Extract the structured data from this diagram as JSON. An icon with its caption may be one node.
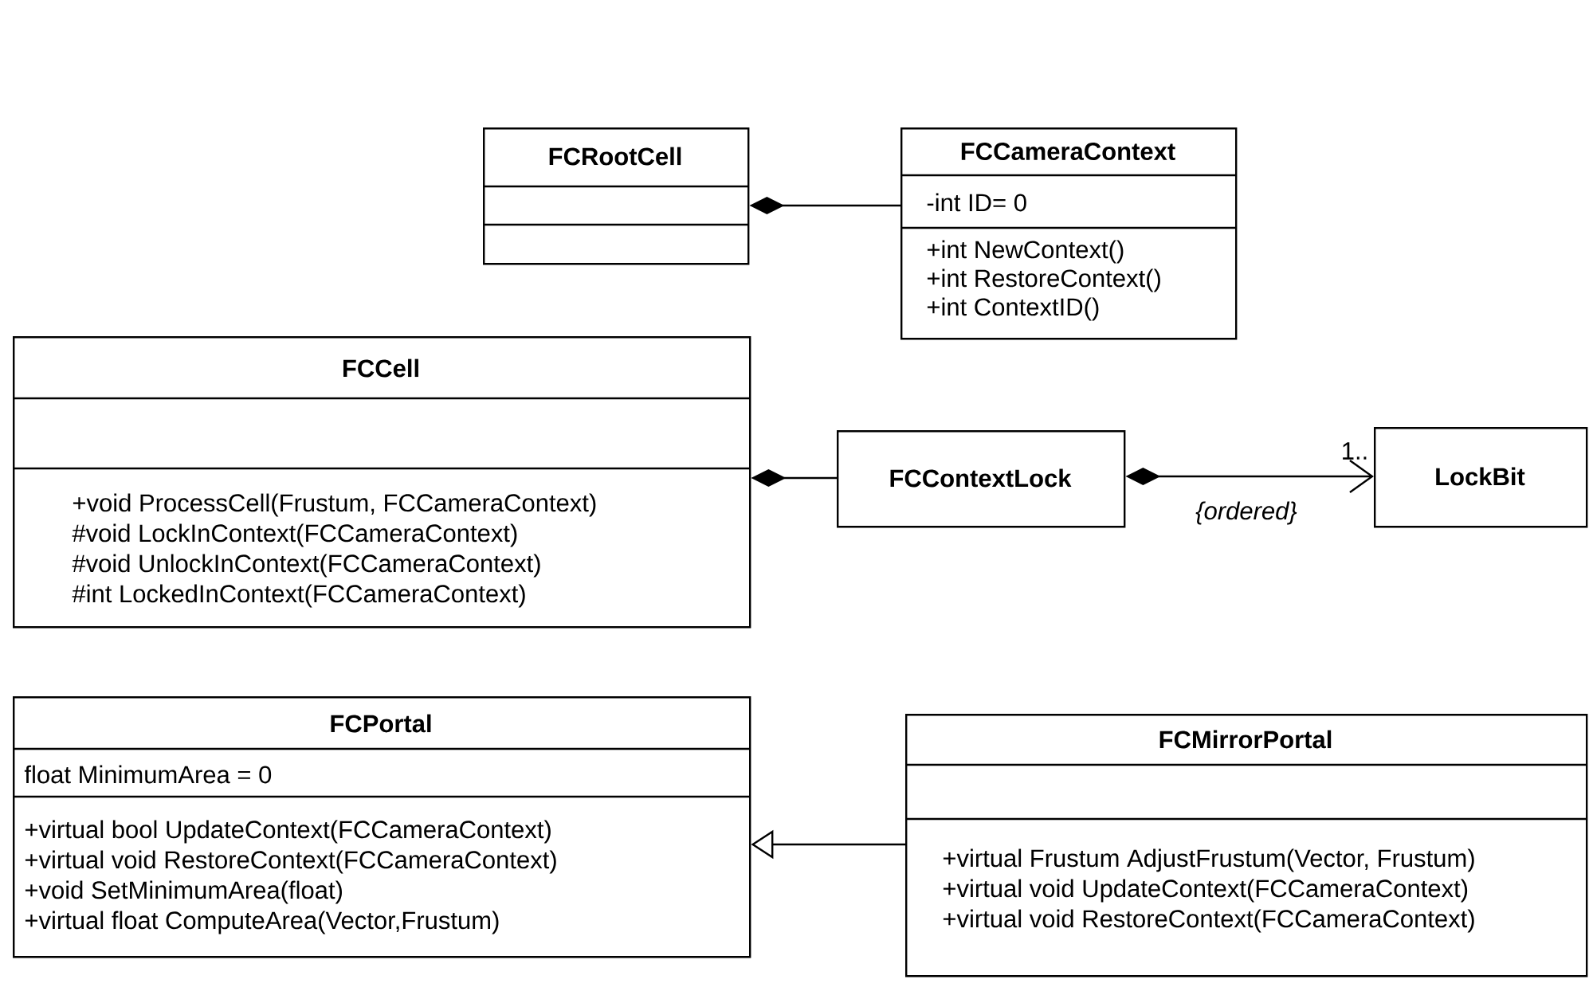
{
  "diagram": {
    "nodes": [
      {
        "text": [
          "FCRootCell"
        ]
      },
      {
        "text": [
          "FCCameraContext",
          "-int ID= 0",
          "+int NewContext()",
          "+int RestoreContext()",
          "+int ContextID()"
        ]
      },
      {
        "text": [
          "FCCell",
          "+void ProcessCell(Frustum, FCCameraContext)",
          "#void LockInContext(FCCameraContext)",
          "#void UnlockInContext(FCCameraContext)",
          "#int LockedInContext(FCCameraContext)"
        ]
      },
      {
        "text": [
          "FCContextLock"
        ]
      },
      {
        "text": [
          "LockBit"
        ]
      },
      {
        "text": [
          "FCPortal",
          "float MinimumArea = 0",
          "+virtual bool UpdateContext(FCCameraContext)",
          "+virtual void RestoreContext(FCCameraContext)",
          "+void SetMinimumArea(float)",
          "+virtual float ComputeArea(Vector,Frustum)"
        ]
      },
      {
        "text": [
          "FCMirrorPortal",
          "+virtual Frustum AdjustFrustum(Vector, Frustum)",
          "+virtual void UpdateContext(FCCameraContext)",
          "+virtual void RestoreContext(FCCameraContext)"
        ]
      }
    ],
    "edges": [
      {
        "from": 0,
        "to": 1,
        "arrow": "other"
      },
      {
        "from": 2,
        "to": 3,
        "arrow": "other"
      },
      {
        "from": 3,
        "to": 4,
        "arrow": "to",
        "label": "{ordered}"
      },
      {
        "from": 6,
        "to": 5,
        "arrow": "to"
      }
    ],
    "labels": [
      "1.."
    ]
  }
}
